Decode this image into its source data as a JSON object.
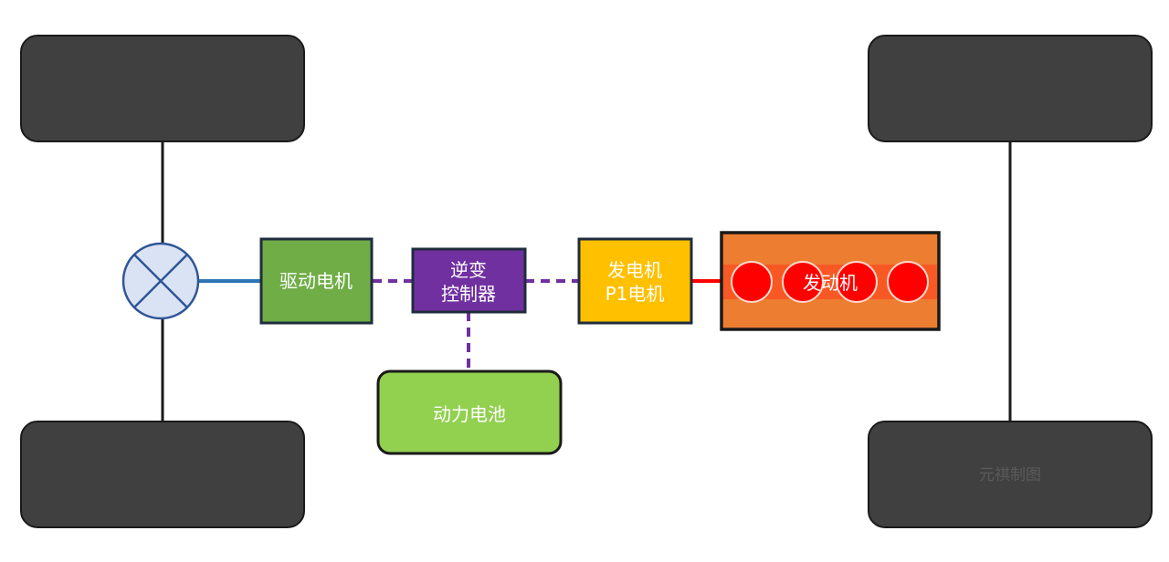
{
  "components": {
    "drive_motor": "驱动电机",
    "inverter_line1": "逆变",
    "inverter_line2": "控制器",
    "generator_line1": "发电机",
    "generator_line2": "P1电机",
    "engine": "发动机",
    "battery": "动力电池"
  },
  "watermark": "元祺制图",
  "colors": {
    "wheel": "#404040",
    "differential": "#dae3f3",
    "differential_stroke": "#2f5597",
    "drive_motor": "#70ad47",
    "inverter": "#7030a0",
    "generator": "#ffc000",
    "engine": "#ed7d31",
    "cylinder": "#ff0000",
    "battery": "#92d050",
    "electric_link": "#7030a0",
    "mech_link_front": "#2e75b6",
    "mech_link_engine": "#ff0000"
  }
}
